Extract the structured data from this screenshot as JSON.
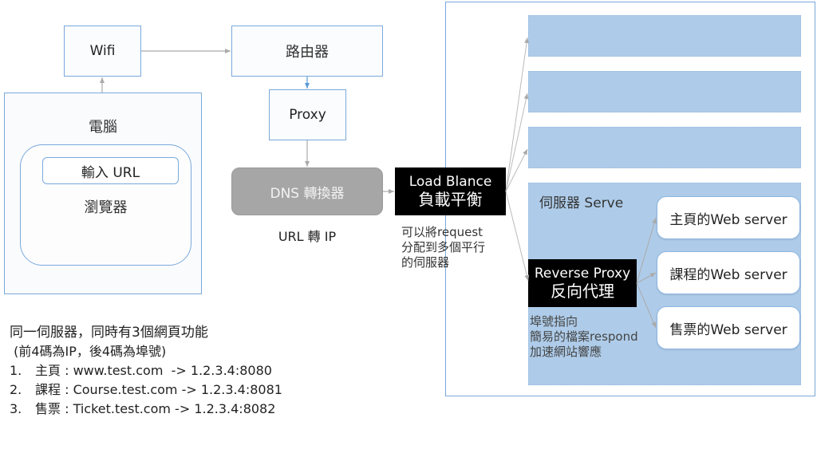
{
  "nodes": {
    "wifi": "Wifi",
    "router": "路由器",
    "proxy": "Proxy",
    "computer": "電腦",
    "url_input": "輸入 URL",
    "browser": "瀏覽器",
    "dns": "DNS 轉換器",
    "dns_caption": "URL 轉 IP",
    "load_balancer": {
      "line1": "Load Blance",
      "line2": "負載平衡"
    },
    "load_balancer_note": [
      "可以將request",
      "分配到多個平行",
      "的伺服器"
    ],
    "server_area_label": "伺服器 Serve",
    "reverse_proxy": {
      "line1": "Reverse Proxy",
      "line2": "反向代理"
    },
    "reverse_proxy_note": [
      "埠號指向",
      "簡易的檔案respond",
      "加速網站響應"
    ],
    "web_servers": [
      "主頁的Web server",
      "課程的Web server",
      "售票的Web server"
    ]
  },
  "colors": {
    "box_border": "#7aa9dc",
    "server_fill": "#aecce9",
    "dns_fill": "#a6a6a6",
    "black_box": "#000000",
    "arrow": "#b0b0b0"
  },
  "notes": {
    "title": "同一伺服器，同時有3個網頁功能",
    "subtitle": " (前4碼為IP，後4碼為埠號)",
    "items": [
      {
        "num": "1.",
        "text": "主頁 : www.test.com  -> 1.2.3.4:8080"
      },
      {
        "num": "2.",
        "text": "課程 : Course.test.com -> 1.2.3.4:8081"
      },
      {
        "num": "3.",
        "text": "售票 : Ticket.test.com -> 1.2.3.4:8082"
      }
    ]
  }
}
